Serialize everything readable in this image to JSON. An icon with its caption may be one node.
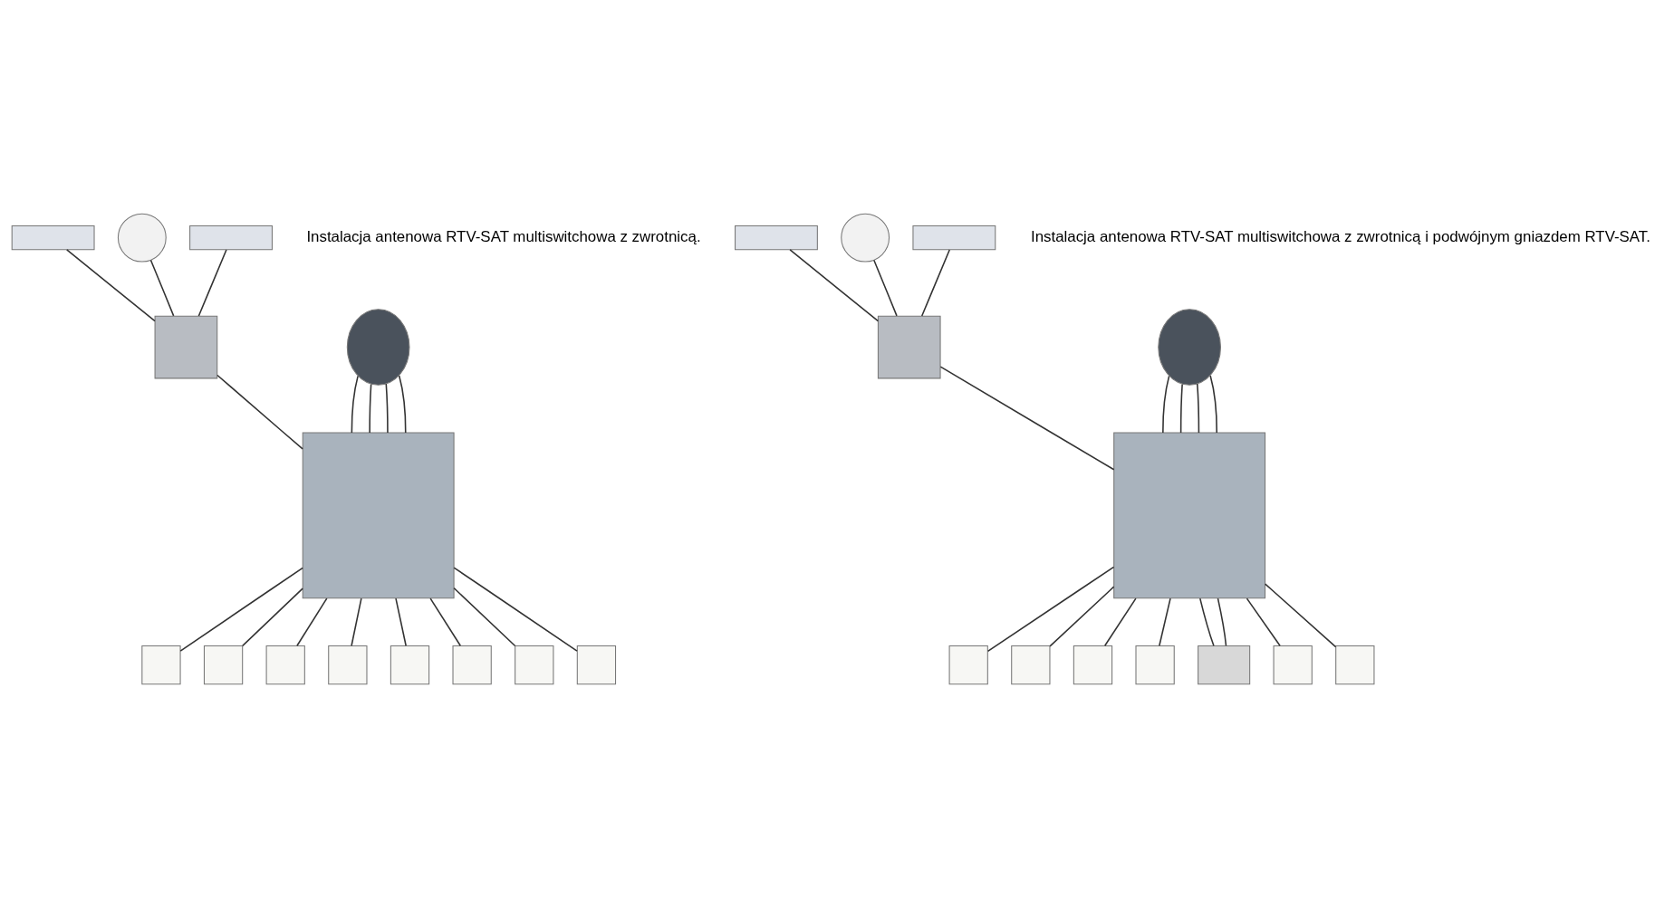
{
  "diagram": {
    "nodes": [
      {
        "text": [],
        "shape": "circle"
      },
      {
        "text": [],
        "shape": "box"
      },
      {
        "text": [],
        "shape": "circle"
      },
      {
        "text": [],
        "shape": "box"
      },
      {
        "text": [],
        "shape": "box"
      },
      {
        "text": [],
        "shape": "box"
      },
      {
        "text": [],
        "shape": "box"
      },
      {
        "text": [],
        "shape": "box"
      },
      {
        "text": [],
        "shape": "box"
      },
      {
        "text": [],
        "shape": "box"
      },
      {
        "text": [],
        "shape": "box"
      },
      {
        "text": [],
        "shape": "box"
      },
      {
        "text": [],
        "shape": "box"
      },
      {
        "text": [],
        "shape": "box"
      },
      {
        "text": [],
        "shape": "circle"
      },
      {
        "text": [],
        "shape": "box"
      },
      {
        "text": [],
        "shape": "circle"
      },
      {
        "text": [],
        "shape": "box"
      },
      {
        "text": [],
        "shape": "box"
      },
      {
        "text": [],
        "shape": "box"
      },
      {
        "text": [],
        "shape": "box"
      },
      {
        "text": [],
        "shape": "box"
      },
      {
        "text": [],
        "shape": "box"
      },
      {
        "text": [],
        "shape": "box"
      },
      {
        "text": [],
        "shape": "box"
      },
      {
        "text": [],
        "shape": "box"
      },
      {
        "text": [],
        "shape": "box"
      }
    ],
    "edges": [
      {
        "from": 0,
        "to": 5,
        "arrow": "none"
      },
      {
        "from": 0,
        "to": 5,
        "arrow": "none"
      },
      {
        "from": 0,
        "to": 5,
        "arrow": "none"
      },
      {
        "from": 0,
        "to": 5,
        "arrow": "none"
      },
      {
        "from": 1,
        "to": 4,
        "arrow": "none"
      },
      {
        "from": 2,
        "to": 4,
        "arrow": "none"
      },
      {
        "from": 3,
        "to": 4,
        "arrow": "none"
      },
      {
        "from": 4,
        "to": 5,
        "arrow": "none"
      },
      {
        "from": 5,
        "to": 6,
        "arrow": "none"
      },
      {
        "from": 5,
        "to": 7,
        "arrow": "none"
      },
      {
        "from": 5,
        "to": 8,
        "arrow": "none"
      },
      {
        "from": 5,
        "to": 9,
        "arrow": "none"
      },
      {
        "from": 5,
        "to": 10,
        "arrow": "none"
      },
      {
        "from": 5,
        "to": 11,
        "arrow": "none"
      },
      {
        "from": 5,
        "to": 12,
        "arrow": "none"
      },
      {
        "from": 5,
        "to": 13,
        "arrow": "none"
      },
      {
        "from": 14,
        "to": 19,
        "arrow": "none"
      },
      {
        "from": 14,
        "to": 19,
        "arrow": "none"
      },
      {
        "from": 14,
        "to": 19,
        "arrow": "none"
      },
      {
        "from": 14,
        "to": 19,
        "arrow": "none"
      },
      {
        "from": 15,
        "to": 18,
        "arrow": "none"
      },
      {
        "from": 16,
        "to": 18,
        "arrow": "none"
      },
      {
        "from": 17,
        "to": 18,
        "arrow": "none"
      },
      {
        "from": 18,
        "to": 19,
        "arrow": "none"
      },
      {
        "from": 19,
        "to": 20,
        "arrow": "none"
      },
      {
        "from": 19,
        "to": 21,
        "arrow": "none"
      },
      {
        "from": 19,
        "to": 22,
        "arrow": "none"
      },
      {
        "from": 19,
        "to": 23,
        "arrow": "none"
      },
      {
        "from": 19,
        "to": 24,
        "arrow": "none"
      },
      {
        "from": 19,
        "to": 24,
        "arrow": "none"
      },
      {
        "from": 19,
        "to": 25,
        "arrow": "none"
      },
      {
        "from": 19,
        "to": 26,
        "arrow": "none"
      }
    ],
    "labels": [
      "Instalacja antenowa RTV-SAT multiswitchowa z zwrotnicą.",
      "Instalacja antenowa RTV-SAT multiswitchowa z zwrotnicą i podwójnym gniazdem RTV-SAT."
    ]
  }
}
